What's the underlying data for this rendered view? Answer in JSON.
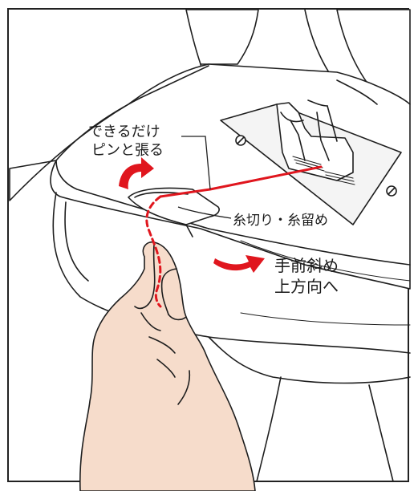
{
  "labels": {
    "pull_taut_line1": "できるだけ",
    "pull_taut_line2": "ピンと張る",
    "thread_cutter": "糸切り・糸留め",
    "direction_line1": "手前斜め",
    "direction_line2": "上方向へ"
  },
  "colors": {
    "thread": "#e0161e",
    "outline": "#1e1e1e",
    "machine_fill": "#ffffff",
    "shade": "#ececec",
    "skin": "#f6dccb",
    "border": "#222222"
  }
}
